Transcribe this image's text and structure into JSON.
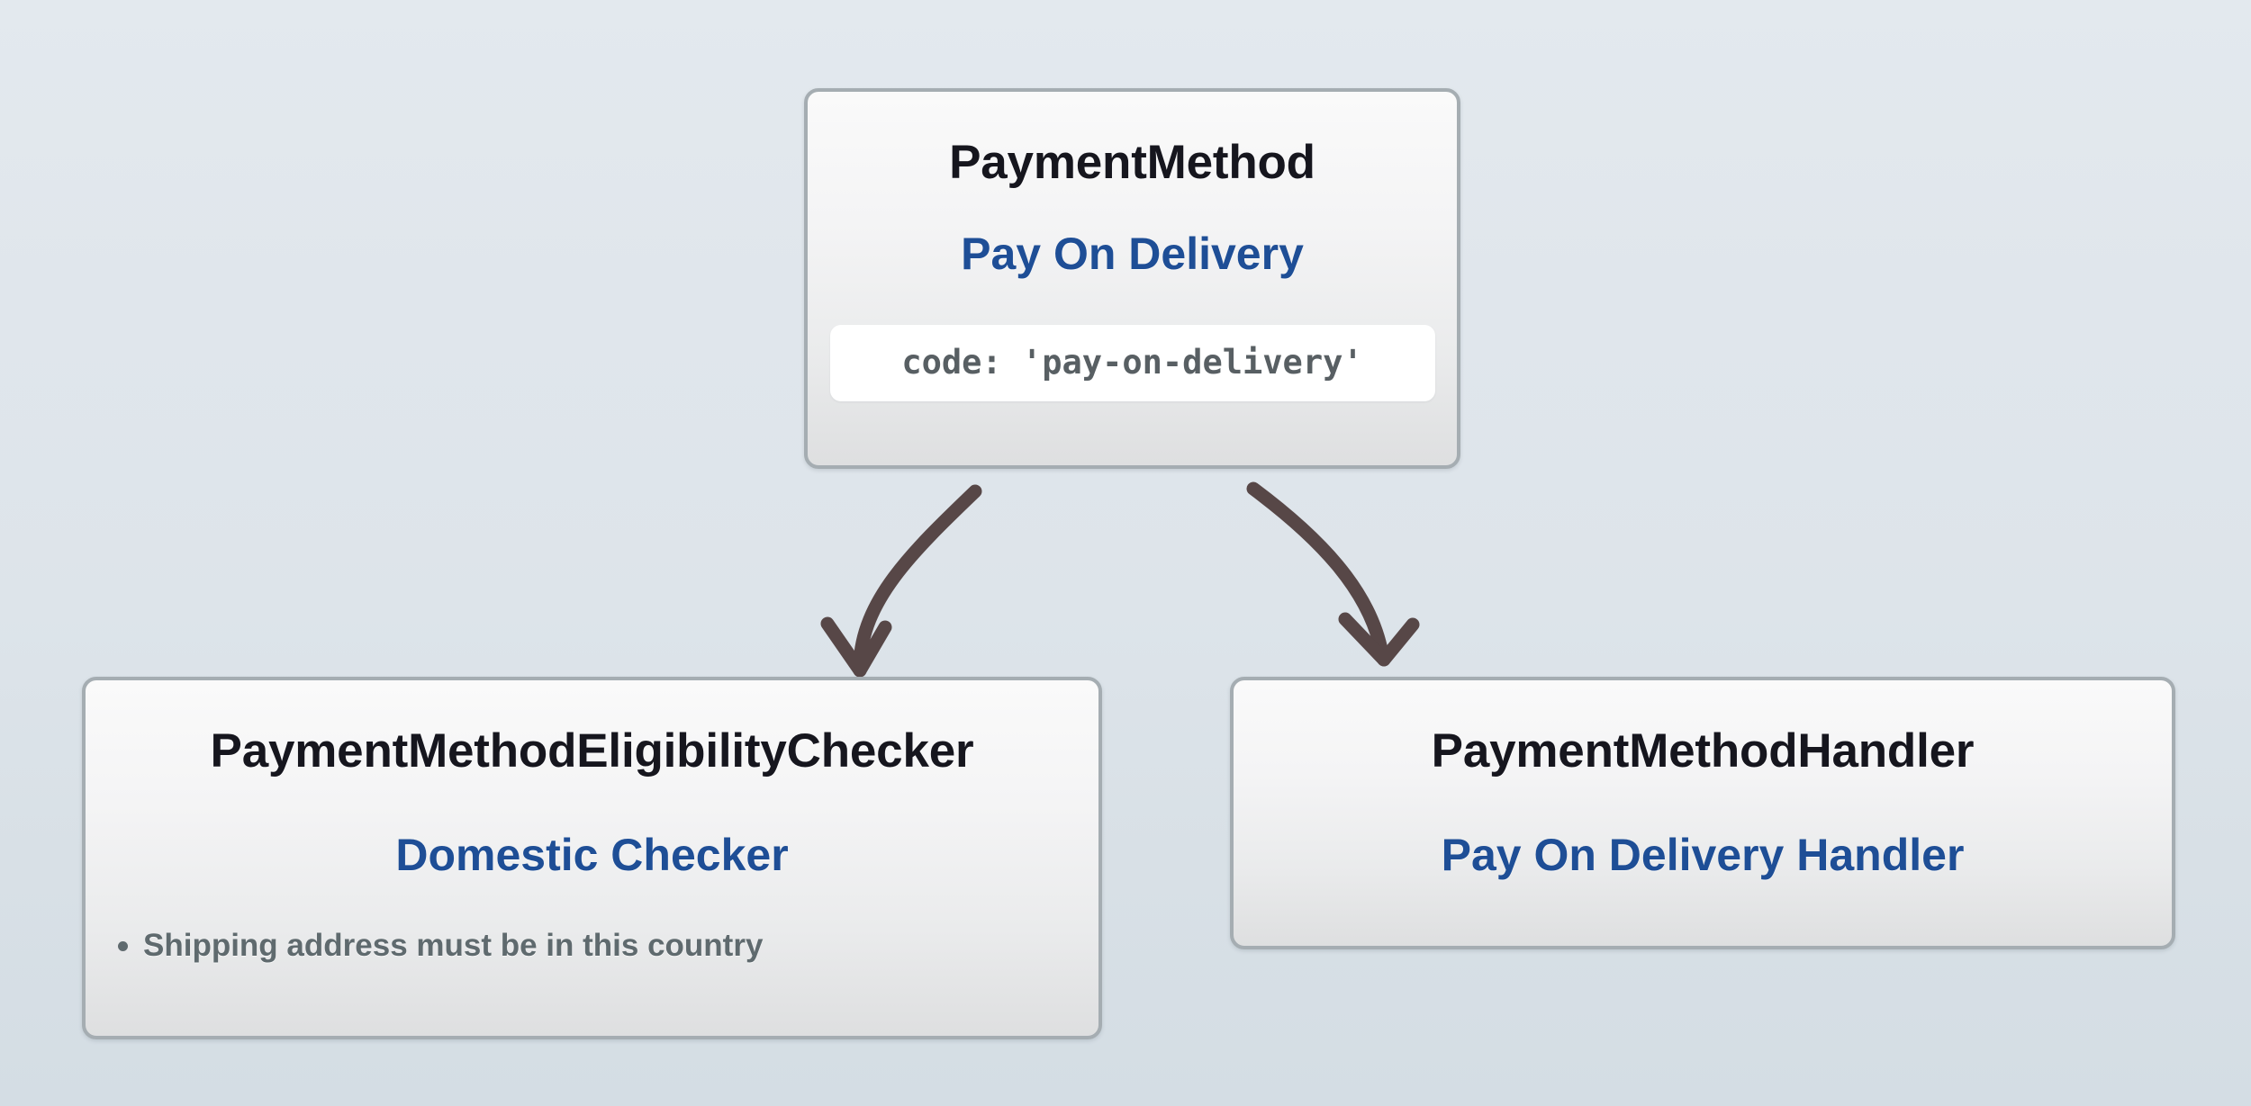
{
  "diagram": {
    "type": "hierarchy",
    "background_color": "#dfe6ec",
    "edge_color": "#574747",
    "node_border_color": "#a5adb2",
    "title_color": "#16161e",
    "subtitle_color": "#1e4e96",
    "detail_color": "#5f6a6e",
    "nodes": [
      {
        "id": "payment-method",
        "type_label": "PaymentMethod",
        "name_label": "Pay On Delivery",
        "code_label": "code: 'pay-on-delivery'",
        "bullets": []
      },
      {
        "id": "eligibility-checker",
        "type_label": "PaymentMethodEligibilityChecker",
        "name_label": "Domestic Checker",
        "code_label": "",
        "bullets": [
          "Shipping address must be in this country"
        ]
      },
      {
        "id": "payment-handler",
        "type_label": "PaymentMethodHandler",
        "name_label": "Pay On Delivery Handler",
        "code_label": "",
        "bullets": []
      }
    ],
    "edges": [
      {
        "from": "payment-method",
        "to": "eligibility-checker",
        "style": "curved-arrow"
      },
      {
        "from": "payment-method",
        "to": "payment-handler",
        "style": "curved-arrow"
      }
    ]
  }
}
